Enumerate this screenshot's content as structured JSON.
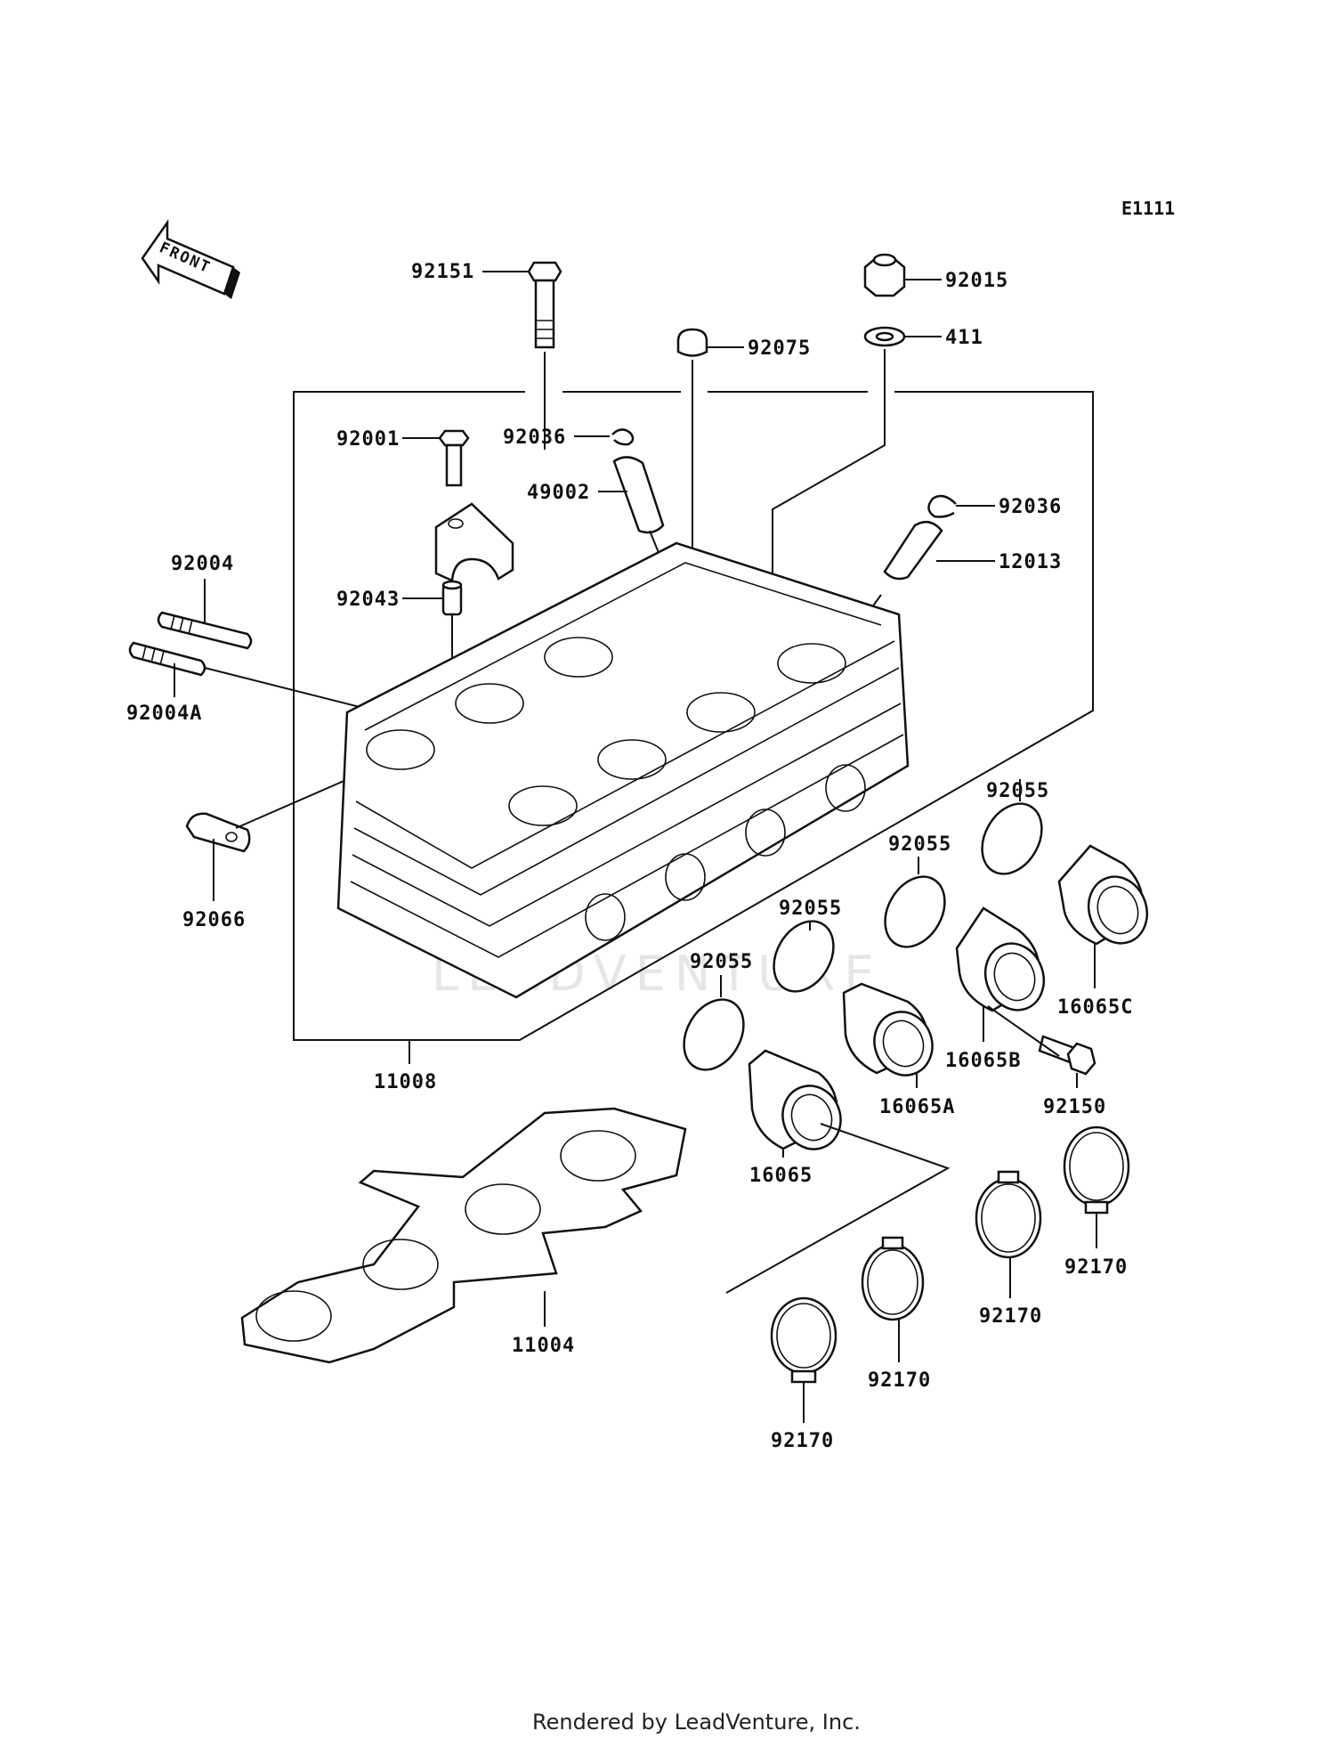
{
  "diagram_code": "E1111",
  "front_arrow_label": "FRONT",
  "watermark": "LEADVENTURE",
  "footer": "Rendered by LeadVenture, Inc.",
  "parts": {
    "p92151": "92151",
    "p92015": "92015",
    "p411": "411",
    "p92075": "92075",
    "p92036a": "92036",
    "p92001": "92001",
    "p49002": "49002",
    "p92036b": "92036",
    "p12013": "12013",
    "p92004": "92004",
    "p92043": "92043",
    "p92004A": "92004A",
    "p92066": "92066",
    "p11008": "11008",
    "p92055a": "92055",
    "p92055b": "92055",
    "p92055c": "92055",
    "p92055d": "92055",
    "p16065C": "16065C",
    "p16065B": "16065B",
    "p16065A": "16065A",
    "p16065": "16065",
    "p92150": "92150",
    "p11004": "11004",
    "p92170a": "92170",
    "p92170b": "92170",
    "p92170c": "92170",
    "p92170d": "92170"
  }
}
